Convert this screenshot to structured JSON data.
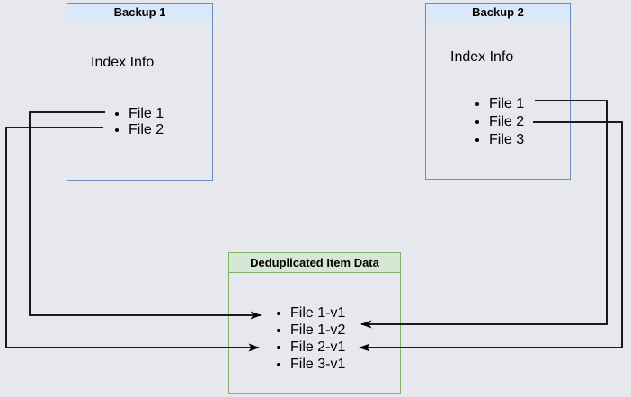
{
  "colors": {
    "background": "#e7e7ee",
    "blue_fill": "#dae8fc",
    "blue_border": "#6c8ebf",
    "green_fill": "#d5e8d4",
    "green_border": "#82b366",
    "connector": "#000000"
  },
  "boxes": {
    "backup1": {
      "title": "Backup 1",
      "subtitle": "Index Info",
      "items": [
        "File 1",
        "File 2"
      ]
    },
    "backup2": {
      "title": "Backup 2",
      "subtitle": "Index Info",
      "items": [
        "File 1",
        "File 2",
        "File 3"
      ]
    },
    "dedup": {
      "title": "Deduplicated Item Data",
      "items": [
        "File 1-v1",
        "File 1-v2",
        "File 2-v1",
        "File 3-v1"
      ]
    }
  },
  "connections": [
    {
      "from": "Backup 1 / File 1",
      "to": "Deduplicated Item Data / File 1-v1",
      "enters_from": "left"
    },
    {
      "from": "Backup 1 / File 2",
      "to": "Deduplicated Item Data / File 2-v1",
      "enters_from": "left"
    },
    {
      "from": "Backup 2 / File 1",
      "to": "Deduplicated Item Data / File 1-v2",
      "enters_from": "right"
    },
    {
      "from": "Backup 2 / File 2",
      "to": "Deduplicated Item Data / File 2-v1",
      "enters_from": "right"
    }
  ]
}
